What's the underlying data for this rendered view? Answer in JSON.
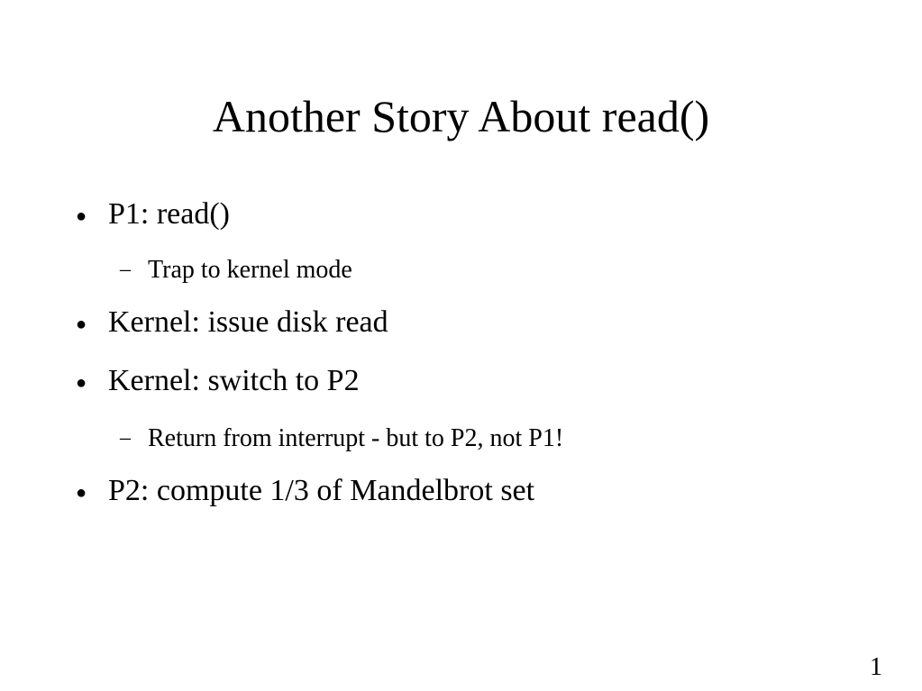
{
  "slide": {
    "title": "Another Story About read()",
    "bullet_glyph": "●",
    "dash_glyph": "–",
    "items": [
      {
        "level": 1,
        "text": "P1: read()"
      },
      {
        "level": 2,
        "text": "Trap to kernel mode"
      },
      {
        "level": 1,
        "text": "Kernel: issue disk read"
      },
      {
        "level": 1,
        "text": "Kernel: switch to P2"
      },
      {
        "level": 2,
        "text": "Return from interrupt - but to P2, not P1!"
      },
      {
        "level": 1,
        "text": "P2: compute 1/3 of Mandelbrot set"
      }
    ],
    "page_number": "1"
  }
}
